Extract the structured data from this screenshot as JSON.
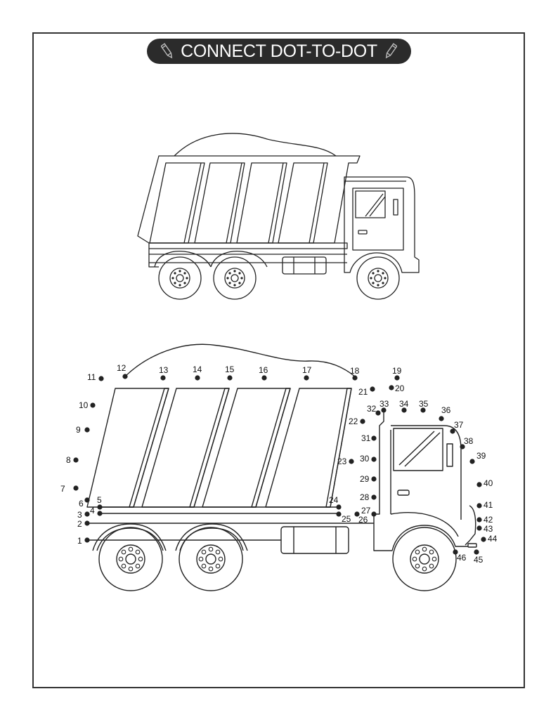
{
  "header": {
    "title": "CONNECT DOT-TO-DOT",
    "left_icon": "pencil-icon",
    "right_icon": "pencil-icon"
  },
  "colors": {
    "ink": "#222222",
    "pill": "#2b2b2b",
    "title_text": "#ffffff",
    "background": "#ffffff"
  },
  "reference_picture": {
    "subject": "dump-truck"
  },
  "puzzle": {
    "dot_count": 46,
    "dots": [
      {
        "n": "1"
      },
      {
        "n": "2"
      },
      {
        "n": "3"
      },
      {
        "n": "4"
      },
      {
        "n": "5"
      },
      {
        "n": "6"
      },
      {
        "n": "7"
      },
      {
        "n": "8"
      },
      {
        "n": "9"
      },
      {
        "n": "10"
      },
      {
        "n": "11"
      },
      {
        "n": "12"
      },
      {
        "n": "13"
      },
      {
        "n": "14"
      },
      {
        "n": "15"
      },
      {
        "n": "16"
      },
      {
        "n": "17"
      },
      {
        "n": "18"
      },
      {
        "n": "19"
      },
      {
        "n": "20"
      },
      {
        "n": "21"
      },
      {
        "n": "22"
      },
      {
        "n": "23"
      },
      {
        "n": "24"
      },
      {
        "n": "25"
      },
      {
        "n": "26"
      },
      {
        "n": "27"
      },
      {
        "n": "28"
      },
      {
        "n": "29"
      },
      {
        "n": "30"
      },
      {
        "n": "31"
      },
      {
        "n": "32"
      },
      {
        "n": "33"
      },
      {
        "n": "34"
      },
      {
        "n": "35"
      },
      {
        "n": "36"
      },
      {
        "n": "37"
      },
      {
        "n": "38"
      },
      {
        "n": "39"
      },
      {
        "n": "40"
      },
      {
        "n": "41"
      },
      {
        "n": "42"
      },
      {
        "n": "43"
      },
      {
        "n": "44"
      },
      {
        "n": "45"
      },
      {
        "n": "46"
      }
    ]
  }
}
